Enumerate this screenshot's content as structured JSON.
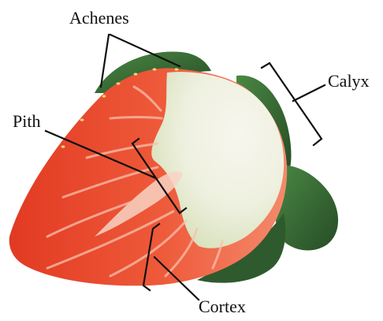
{
  "labels": {
    "achenes": "Achenes",
    "calyx": "Calyx",
    "pith": "Pith",
    "cortex": "Cortex"
  },
  "colors": {
    "flesh_red": "#e8492c",
    "flesh_light": "#f6a48c",
    "pith_white": "#f3f1e8",
    "pith_green": "#dfe6c6",
    "leaf_dark": "#2f5a2e",
    "leaf_mid": "#3f7a3a",
    "line_color": "#111111"
  }
}
